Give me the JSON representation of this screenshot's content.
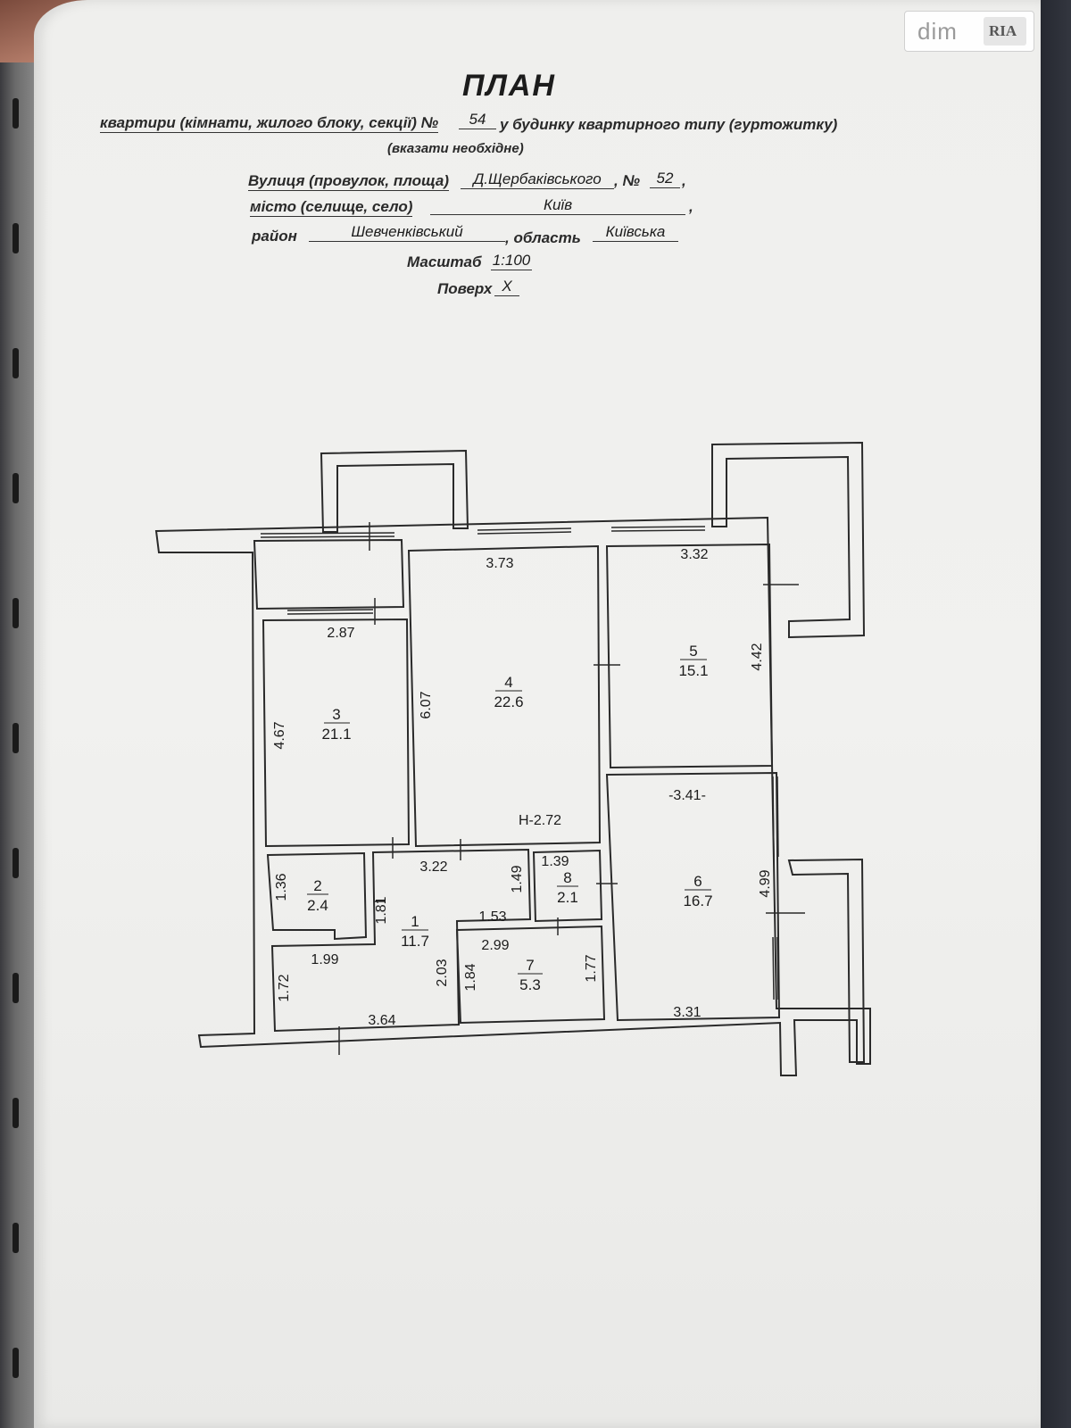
{
  "header": {
    "title": "ПЛАН",
    "line1_prefix": "квартири (кімнати, жилого блоку, секції) №",
    "apartment_number": "54",
    "line1_suffix": "у будинку квартирного типу (гуртожитку)",
    "note": "(вказати необхідне)",
    "street_label": "Вулиця (провулок, площа)",
    "street_value": "Д.Щербаківського",
    "house_label": ", №",
    "house_value": "52",
    "house_suffix": ",",
    "city_label": "місто (селище, село)",
    "city_value": "Київ",
    "city_suffix": ",",
    "district_label": "район",
    "district_value": "Шевченківський",
    "region_label": ", область",
    "region_value": "Київська",
    "scale_label": "Масштаб",
    "scale_value": "1:100",
    "floor_label": "Поверх",
    "floor_value": "X"
  },
  "rooms": [
    {
      "number": "1",
      "area": "11.7"
    },
    {
      "number": "2",
      "area": "2.4"
    },
    {
      "number": "3",
      "area": "21.1"
    },
    {
      "number": "4",
      "area": "22.6"
    },
    {
      "number": "5",
      "area": "15.1"
    },
    {
      "number": "6",
      "area": "16.7"
    },
    {
      "number": "7",
      "area": "5.3"
    },
    {
      "number": "8",
      "area": "2.1"
    }
  ],
  "dimensions": {
    "room4_width": "3.73",
    "room4_depth": "6.07",
    "room4_height": "Н-2.72",
    "room5_width": "3.32",
    "room5_depth": "4.42",
    "room3_width": "2.87",
    "room3_depth": "4.67",
    "room6_width_top": "-3.41-",
    "room6_depth": "4.99",
    "room6_width_bottom": "3.31",
    "room2_depth": "1.36",
    "hall_width_top": "3.22",
    "hall_181": "1.81",
    "hall_149": "1.49",
    "hall_153": "1.53",
    "room8_width": "1.39",
    "room7_width": "2.99",
    "room7_depth_left": "1.84",
    "room7_depth_right": "1.77",
    "hall_203": "2.03",
    "hall_199": "1.99",
    "hall_172": "1.72",
    "hall_bottom": "3.64"
  },
  "watermark": {
    "site": "dim",
    "brand": "RIA"
  }
}
